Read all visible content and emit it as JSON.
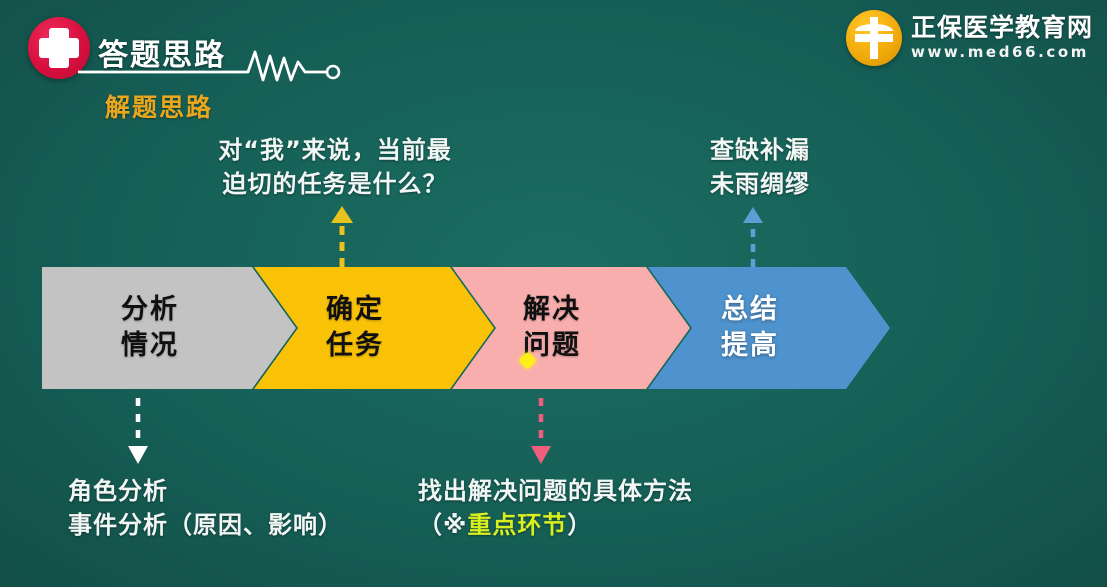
{
  "header": {
    "cross_icon": "medical-cross-icon",
    "title": "答题思路",
    "subtitle": "解题思路",
    "ekg_icon": "heartbeat-line-icon"
  },
  "brand": {
    "mark_icon": "med66-logo-icon",
    "name_cn": "正保医学教育网",
    "url": "www.med66.com"
  },
  "flow": {
    "steps": [
      {
        "line1": "分析",
        "line2": "情况",
        "color": "#c3c3c3",
        "text_color": "#101010"
      },
      {
        "line1": "确定",
        "line2": "任务",
        "color": "#fac207",
        "text_color": "#101010"
      },
      {
        "line1": "解决",
        "line2": "问题",
        "color": "#f9aeae",
        "text_color": "#101010"
      },
      {
        "line1": "总结",
        "line2": "提高",
        "color": "#4e93cd",
        "text_color": "#ffffff"
      }
    ]
  },
  "callouts": {
    "task": {
      "line1": "对“我”来说，当前最",
      "line2": "迫切的任务是什么？",
      "arrow_icon": "arrow-up-dashed-yellow-icon",
      "arrow_color": "#e8c21d"
    },
    "review": {
      "line1": "查缺补漏",
      "line2": "未雨绸缪",
      "arrow_icon": "arrow-up-dashed-blue-icon",
      "arrow_color": "#5d9fd4"
    },
    "role": {
      "line1": "角色分析",
      "line2": "事件分析（原因、影响）",
      "arrow_icon": "arrow-down-dashed-white-icon",
      "arrow_color": "#ffffff"
    },
    "method": {
      "line1": "找出解决问题的具体方法",
      "line2_open": "（※",
      "line2_hl": "重点环节",
      "line2_close": "）",
      "arrow_icon": "arrow-down-dashed-pink-icon",
      "arrow_color": "#ef5f7d"
    }
  },
  "cursor": {
    "icon": "cursor-dot-icon",
    "color": "#ffef18"
  },
  "background": {
    "color": "#166459"
  }
}
